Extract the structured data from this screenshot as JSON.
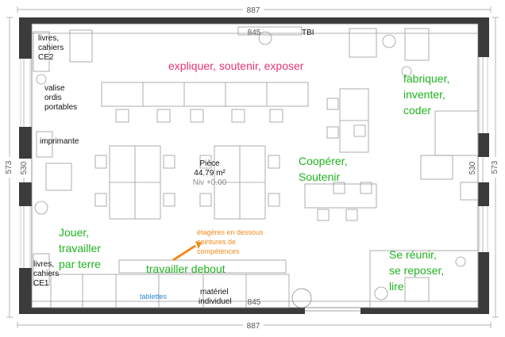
{
  "dimensions": {
    "top_width": "887",
    "bottom_width": "887",
    "left_height": "573",
    "right_height": "573",
    "inner_left": "530",
    "inner_right": "530",
    "inner_top": "845",
    "inner_bottom": "845"
  },
  "room": {
    "name": "Pièce",
    "area": "44.79 m²",
    "level": "Niv +0.00"
  },
  "labels": {
    "tbi": "TBI",
    "books_ce2": [
      "livres,",
      "cahiers",
      "CE2"
    ],
    "laptops": [
      "valise",
      "ordis",
      "portables"
    ],
    "printer": "imprimante",
    "books_ce1": [
      "livres,",
      "cahiers",
      "CE1"
    ],
    "tablets": "tablettes",
    "material": [
      "matériel",
      "individuel"
    ]
  },
  "zones": {
    "explain": "expliquer, soutenir, exposer",
    "make": [
      "fabriquer,",
      "inventer,",
      "coder"
    ],
    "cooperate": [
      "Coopérer,",
      "Soutenir"
    ],
    "play": [
      "Jouer,",
      "travailler",
      "par terre"
    ],
    "standing": "travailler debout",
    "meet": [
      "Se réunir,",
      "se reposer,",
      "lire"
    ],
    "shelves": [
      "étagères  en dessous",
      "ceintures de",
      "compétences"
    ]
  },
  "colors": {
    "pink": "#e8336e",
    "green": "#1fb31f",
    "orange": "#f28a1a",
    "blue": "#2a88d8",
    "wall": "#3b3b3b"
  }
}
